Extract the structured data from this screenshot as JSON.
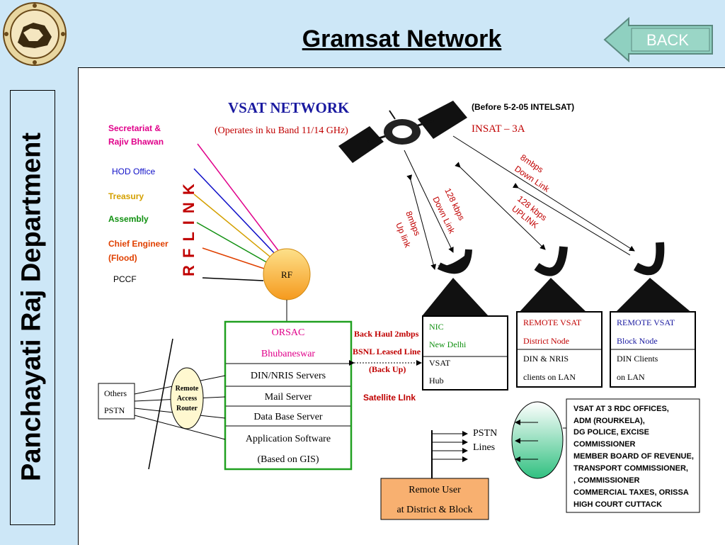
{
  "header": {
    "title": "Gramsat Network",
    "back_label": "BACK"
  },
  "sidebar": {
    "department": "Panchayati Raj Department"
  },
  "diagram": {
    "heading": "VSAT NETWORK",
    "band_note": "(Operates in ku Band 11/14 GHz)",
    "rf_link_label": "R F L I N K",
    "satellite": {
      "before_note": "(Before 5-2-05  INTELSAT)",
      "name": "INSAT – 3A"
    },
    "rf_sources": [
      {
        "label": "Secretariat &",
        "label2": "Rajiv Bhawan",
        "color": "#e0008a"
      },
      {
        "label": "HOD Office",
        "label2": "",
        "color": "#1010c8"
      },
      {
        "label": "Treasury",
        "label2": "",
        "color": "#d4a000"
      },
      {
        "label": "Assembly",
        "label2": "",
        "color": "#109010"
      },
      {
        "label": "Chief Engineer",
        "label2": "(Flood)",
        "color": "#e04000"
      },
      {
        "label": "PCCF",
        "label2": "",
        "color": "#000000"
      }
    ],
    "rf_node": "RF",
    "orsac": {
      "title": "ORSAC",
      "subtitle": "Bhubaneswar",
      "rows": [
        "DIN/NRIS Servers",
        "Mail Server",
        "Data Base Server",
        "Application Software",
        "(Based on GIS)"
      ]
    },
    "router": {
      "line1": "Remote",
      "line2": "Access",
      "line3": "Router"
    },
    "others": {
      "line1": "Others",
      "line2": "PSTN"
    },
    "backhaul": {
      "line1": "Back Haul 2mbps",
      "line2": "BSNL Leased Line",
      "line3": "(Back Up)"
    },
    "satellite_link": "Satellite LInk",
    "links": {
      "up8_a": "8mbps",
      "up8_b": "Up link",
      "down128_a": "128 kbps",
      "down128_b": "Down Link",
      "down8_a": "8mbps",
      "down8_b": "Down Link",
      "up128_a": "128 kbps",
      "up128_b": "UPLINK"
    },
    "nic": {
      "line1": "NIC",
      "line2": "New Delhi",
      "line3": "VSAT",
      "line4": "Hub"
    },
    "remote_district": {
      "title": "REMOTE VSAT",
      "subtitle": "District Node",
      "line3": "DIN & NRIS",
      "line4": "clients on LAN"
    },
    "remote_block": {
      "title": "REMOTE VSAT",
      "subtitle": "Block Node",
      "line3": "DIN Clients",
      "line4": "on LAN"
    },
    "pstn_lines": {
      "line1": "PSTN",
      "line2": "Lines"
    },
    "remote_user": {
      "line1": "Remote User",
      "line2": "at District & Block"
    },
    "vsat_list": [
      "VSAT AT 3 RDC OFFICES,",
      "ADM (ROURKELA),",
      "DG POLICE, EXCISE",
      "COMMISSIONER",
      "MEMBER BOARD OF REVENUE,",
      "TRANSPORT COMMISSIONER,",
      ", COMMISSIONER",
      "COMMERCIAL TAXES, ORISSA",
      "HIGH COURT CUTTACK"
    ],
    "colors": {
      "red": "#c00000",
      "navy": "#1a1aa0",
      "green_box": "#20a020",
      "rf_fill": "#f8a830",
      "router_fill": "#fff8d0",
      "remote_user_fill": "#f8b070"
    }
  }
}
